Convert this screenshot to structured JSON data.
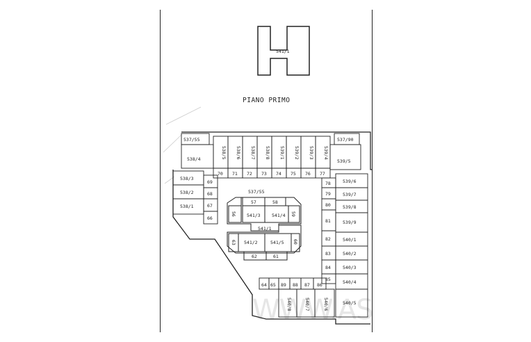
{
  "document": {
    "title": "PIANO PRIMO",
    "stair_label": "541/1",
    "watermark": "WWW.AS"
  },
  "units": {
    "u537_55_top": "537/55",
    "u537_90": "537/90",
    "u538_4": "538/4",
    "u538_3": "538/3",
    "u538_2": "538/2",
    "u538_1": "538/1",
    "u538_5": "538/5",
    "u538_6": "538/6",
    "u538_7": "538/7",
    "u538_8": "538/8",
    "u539_1": "539/1",
    "u539_2": "539/2",
    "u539_3": "539/3",
    "u539_4": "539/4",
    "u539_5": "539/5",
    "u539_6": "539/6",
    "u539_7": "539/7",
    "u539_8": "539/8",
    "u539_9": "539/9",
    "u540_1": "540/1",
    "u540_2": "540/2",
    "u540_3": "540/3",
    "u540_4": "540/4",
    "u540_5": "540/5",
    "u540_6": "540/6",
    "u540_7": "540/7",
    "u540_8": "540/8",
    "u537_55_center": "537/55",
    "u541_3": "541/3",
    "u541_4": "541/4",
    "u541_1": "541/1",
    "u541_2": "541/2",
    "u541_5": "541/5"
  },
  "numbers": {
    "n70": "70",
    "n71": "71",
    "n72": "72",
    "n73": "73",
    "n74": "74",
    "n75": "75",
    "n76": "76",
    "n77": "77",
    "n78": "78",
    "n79": "79",
    "n80": "80",
    "n81": "81",
    "n82": "82",
    "n83": "83",
    "n84": "84",
    "n85": "85",
    "n86": "86",
    "n87": "87",
    "n88": "88",
    "n89": "89",
    "n65": "65",
    "n64": "64",
    "n69": "69",
    "n68": "68",
    "n67": "67",
    "n66": "66",
    "n57": "57",
    "n58": "58",
    "n56": "56",
    "n59": "59",
    "n63": "63",
    "n60": "60",
    "n62": "62",
    "n61": "61"
  }
}
